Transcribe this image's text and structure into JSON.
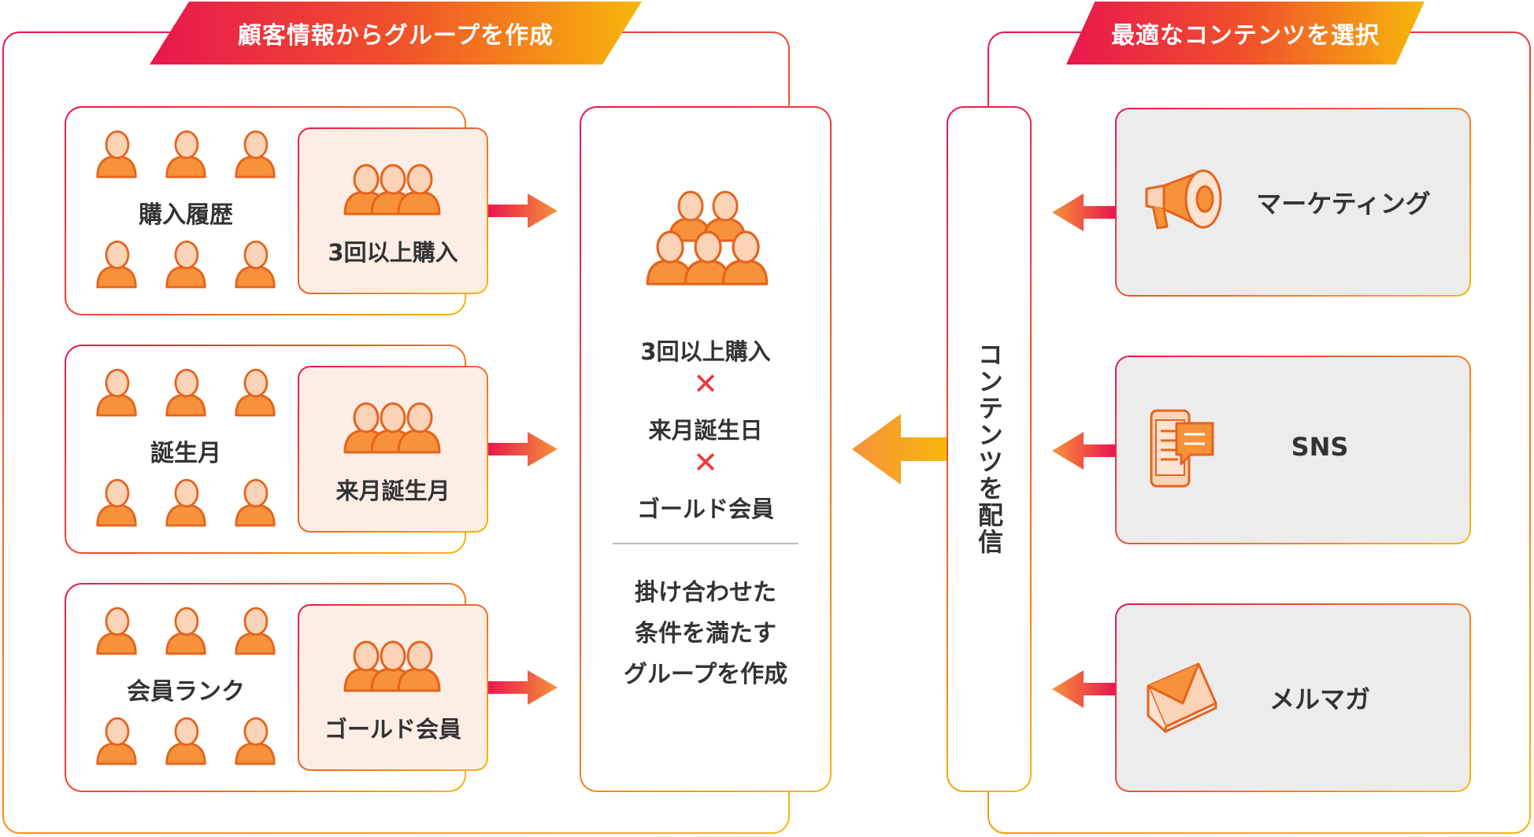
{
  "left_panel": {
    "banner": "顧客情報からグループを作成",
    "groups": [
      {
        "category": "購入履歴",
        "subgroup": "3回以上購入"
      },
      {
        "category": "誕生月",
        "subgroup": "来月誕生月"
      },
      {
        "category": "会員ランク",
        "subgroup": "ゴールド会員"
      }
    ],
    "combined": {
      "conditions": [
        "3回以上購入",
        "来月誕生日",
        "ゴールド会員"
      ],
      "operator": "✕",
      "description": [
        "掛け合わせた",
        "条件を満たす",
        "グループを作成"
      ]
    }
  },
  "right_panel": {
    "banner": "最適なコンテンツを選択",
    "delivery_label": "コンテンツを配信",
    "channels": [
      {
        "label": "マーケティング",
        "icon": "megaphone-icon"
      },
      {
        "label": "SNS",
        "icon": "smartphone-chat-icon"
      },
      {
        "label": "メルマガ",
        "icon": "envelope-icon"
      }
    ]
  },
  "colors": {
    "accent_red": "#e8174e",
    "accent_orange": "#f7923a",
    "accent_yellow": "#f6b70b",
    "subgroup_fill": "#fdeee5",
    "channel_fill": "#ececec"
  }
}
